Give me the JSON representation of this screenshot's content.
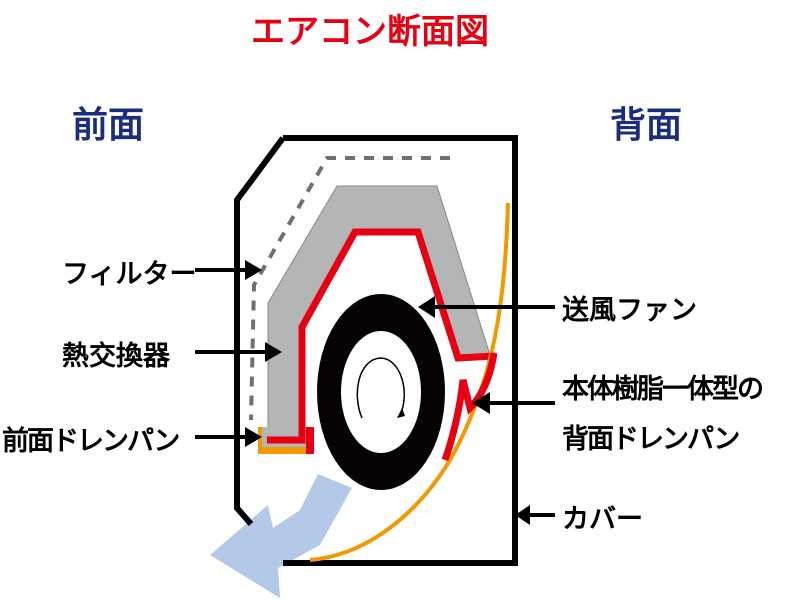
{
  "title": "エアコン断面図",
  "front_label": "前面",
  "back_label": "背面",
  "labels": {
    "filter": "フィルター",
    "heat_exchanger": "熱交換器",
    "front_drain_pan": "前面ドレンパン",
    "fan": "送風ファン",
    "rear_drain_pan_line1": "本体樹脂一体型の",
    "rear_drain_pan_line2": "背面ドレンパン",
    "cover": "カバー"
  },
  "colors": {
    "title": "#e60012",
    "side": "#1d2d7e",
    "heat_exchanger": "#b4b5b5",
    "drain": "#e60012",
    "orange": "#f39800",
    "airflow": "#b4c9e8"
  }
}
